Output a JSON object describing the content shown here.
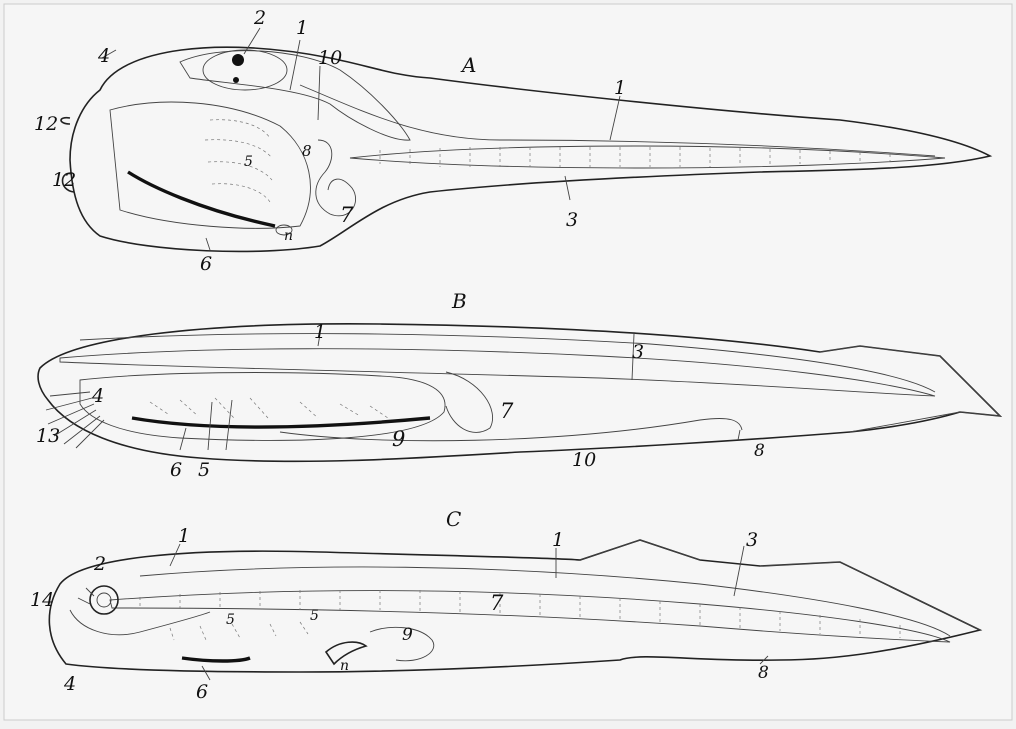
{
  "figures": {
    "A": {
      "letter": "A",
      "labels": {
        "l1a": "1",
        "l1b": "1",
        "l2": "2",
        "l3": "3",
        "l4": "4",
        "l5": "5",
        "l6": "6",
        "l7": "7",
        "l8": "8",
        "l10": "10",
        "l12a": "12",
        "l12b": "12",
        "ln": "n"
      }
    },
    "B": {
      "letter": "B",
      "labels": {
        "l1": "1",
        "l3": "3",
        "l4": "4",
        "l5": "5",
        "l6": "6",
        "l7": "7",
        "l8": "8",
        "l9": "9",
        "l10": "10",
        "l13": "13"
      }
    },
    "C": {
      "letter": "C",
      "labels": {
        "l1a": "1",
        "l1b": "1",
        "l2": "2",
        "l3": "3",
        "l4": "4",
        "l5a": "5",
        "l5b": "5",
        "l6": "6",
        "l7": "7",
        "l8": "8",
        "l9": "9",
        "l14": "14",
        "ln": "n"
      }
    }
  }
}
